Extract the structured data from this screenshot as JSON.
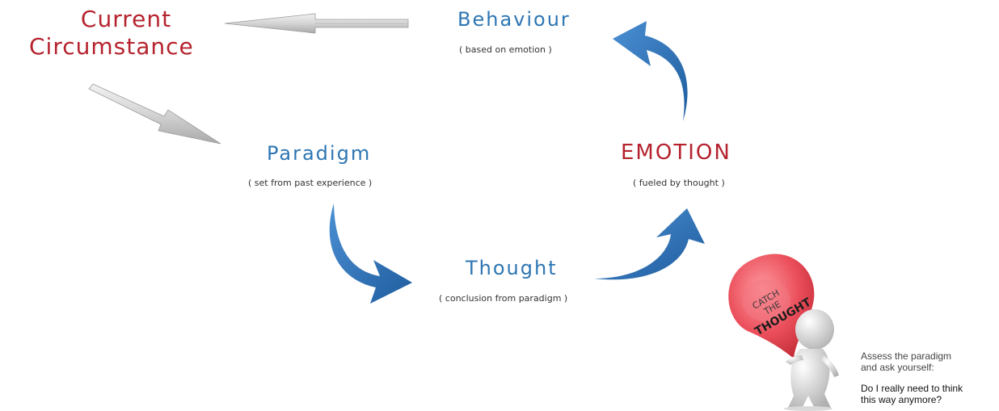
{
  "nodes": {
    "current_circumstance": {
      "line1": "Current",
      "line2": "Circumstance"
    },
    "behaviour": {
      "title": "Behaviour",
      "subtitle": "( based on emotion )"
    },
    "paradigm": {
      "title": "Paradigm",
      "subtitle": "( set from past experience )"
    },
    "thought": {
      "title": "Thought",
      "subtitle": "( conclusion from paradigm )"
    },
    "emotion": {
      "title": "EMOTION",
      "subtitle": "( fueled by thought )"
    }
  },
  "badge": {
    "line1": "CATCH",
    "line2": "THE",
    "line3": "THOUGHT"
  },
  "note": {
    "line1": "Assess the paradigm",
    "line2": "and ask yourself:",
    "question_line1": "Do I really need to think",
    "question_line2": "this way anymore?"
  },
  "colors": {
    "red": "#b5232e",
    "blue": "#2e76b3",
    "arrow_blue": "#2f6fb5",
    "badge_red": "#e8414f"
  },
  "icons": {
    "gray_arrows": "silver-arrow-icon",
    "curved_arrows": "curved-blue-arrow-icon",
    "figure": "3d-person-icon"
  }
}
